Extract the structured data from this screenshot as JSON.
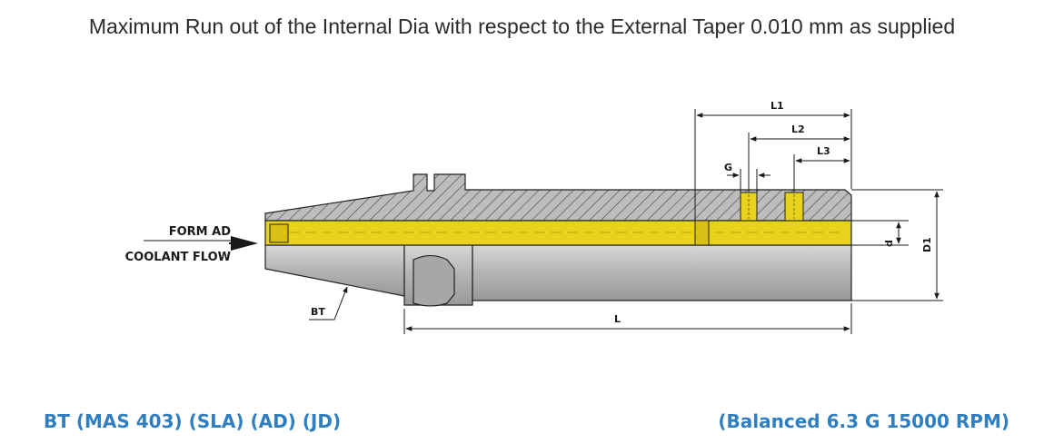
{
  "header": {
    "title": "Maximum Run out of the Internal Dia with respect to the External Taper 0.010 mm as supplied"
  },
  "labels": {
    "form_ad": "FORM AD",
    "coolant_flow": "COOLANT FLOW",
    "bt": "BT",
    "dim_L": "L",
    "dim_L1": "L1",
    "dim_L2": "L2",
    "dim_L3": "L3",
    "dim_G": "G",
    "dim_d": "d",
    "dim_D1": "D1"
  },
  "footer": {
    "spec": "BT (MAS 403) (SLA) (AD) (JD)",
    "balance": "(Balanced 6.3 G 15000 RPM)"
  },
  "colors": {
    "title_text": "#2b2b2b",
    "footer_text": "#2f7ec1",
    "steel_body": "#b9b9b9",
    "coolant_channel": "#e8d21c",
    "outline": "#222222"
  },
  "icons": [
    "coolant-arrow-icon"
  ]
}
